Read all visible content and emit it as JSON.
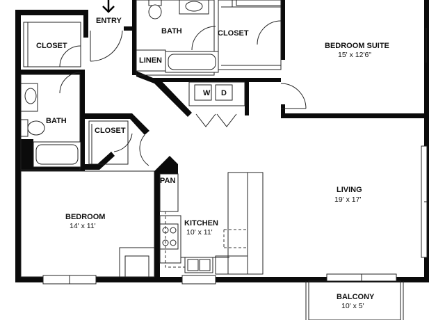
{
  "rooms": {
    "entry": {
      "label": "ENTRY"
    },
    "closet_entry": {
      "label": "CLOSET"
    },
    "bath_top": {
      "label": "BATH"
    },
    "closet_top": {
      "label": "CLOSET"
    },
    "linen": {
      "label": "LINEN"
    },
    "bedroom_suite": {
      "label": "BEDROOM SUITE",
      "dims": "15' x 12'6\""
    },
    "bath_left": {
      "label": "BATH"
    },
    "closet_mid": {
      "label": "CLOSET"
    },
    "bedroom": {
      "label": "BEDROOM",
      "dims": "14' x 11'"
    },
    "pantry": {
      "label": "PAN"
    },
    "kitchen": {
      "label": "KITCHEN",
      "dims": "10' x 11'"
    },
    "living": {
      "label": "LIVING",
      "dims": "19' x 17'"
    },
    "balcony": {
      "label": "BALCONY",
      "dims": "10' x 5'"
    }
  },
  "appliances": {
    "washer": "W",
    "dryer": "D"
  },
  "icons": {
    "entry_arrow": "arrow-down-icon"
  }
}
